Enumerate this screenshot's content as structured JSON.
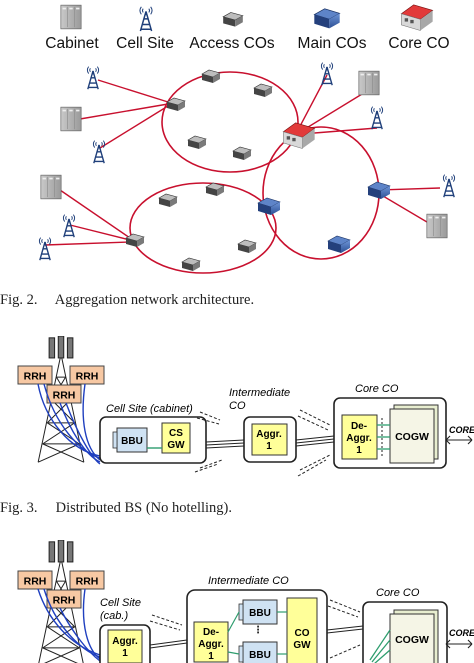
{
  "figure2": {
    "legend": {
      "cabinet": "Cabinet",
      "cell_site": "Cell Site",
      "access_cos": "Access COs",
      "main_cos": "Main COs",
      "core_co": "Core CO"
    },
    "caption": "Fig. 2.     Aggregation network architecture."
  },
  "figure3": {
    "rrh_1": "RRH",
    "rrh_2": "RRH",
    "rrh_3": "RRH",
    "cell_site_title": "Cell Site (cabinet)",
    "bbu": "BBU",
    "cs_gw_1": "CS",
    "cs_gw_2": "GW",
    "intermediate_co_1": "Intermediate",
    "intermediate_co_2": "CO",
    "aggr_1": "Aggr.",
    "aggr_2": "1",
    "core_co_title": "Core CO",
    "deaggr_1": "De-",
    "deaggr_2": "Aggr.",
    "deaggr_3": "1",
    "cogw": "COGW",
    "core": "CORE",
    "caption": "Fig. 3.     Distributed BS (No hotelling)."
  },
  "figure4": {
    "rrh_1": "RRH",
    "rrh_2": "RRH",
    "rrh_3": "RRH",
    "cell_site_title_1": "Cell Site",
    "cell_site_title_2": "(cab.)",
    "aggr_1": "Aggr.",
    "aggr_2": "1",
    "intermediate_co_title": "Intermediate CO",
    "deaggr_1": "De-",
    "deaggr_2": "Aggr.",
    "deaggr_3": "1",
    "bbu_1": "BBU",
    "bbu_2": "BBU",
    "co_gw_1": "CO",
    "co_gw_2": "GW",
    "core_co_title": "Core CO",
    "cogw": "COGW",
    "core": "CORE"
  },
  "colors": {
    "red_link": "#c8102e",
    "blue_fiber": "#1f3fbf",
    "green_fiber": "#2e9d6e",
    "yellow_box": "#ffff99",
    "bbu_blue": "#cfe2f3"
  }
}
